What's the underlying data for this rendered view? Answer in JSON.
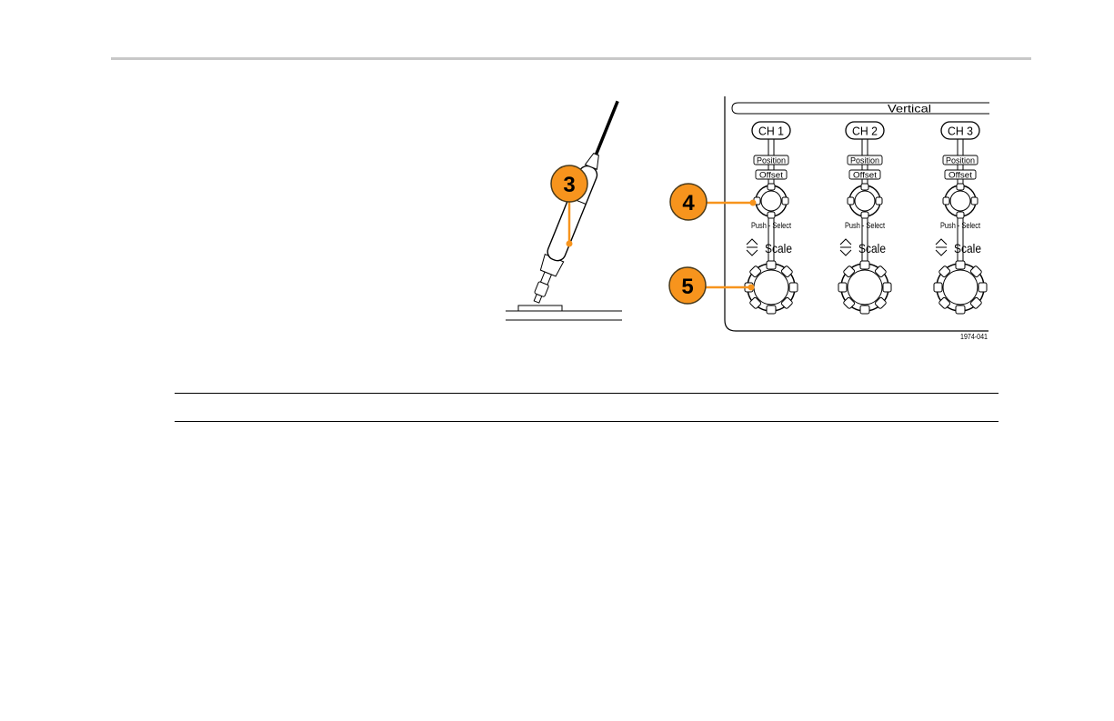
{
  "figure": {
    "panel_title": "Vertical",
    "channels": [
      {
        "label": "CH 1",
        "position_label": "Position",
        "offset_label": "Offset",
        "push_label": "Push - Select",
        "scale_label": "Scale"
      },
      {
        "label": "CH 2",
        "position_label": "Position",
        "offset_label": "Offset",
        "push_label": "Push - Select",
        "scale_label": "Scale"
      },
      {
        "label": "CH 3",
        "position_label": "Position",
        "offset_label": "Offset",
        "push_label": "Push - Select",
        "scale_label": "Scale"
      }
    ],
    "callouts": [
      {
        "number": "3",
        "target": "probe"
      },
      {
        "number": "4",
        "target": "position-knob"
      },
      {
        "number": "5",
        "target": "scale-knob"
      }
    ],
    "figure_id": "1974-041",
    "colors": {
      "callout_fill": "#f7941d",
      "callout_stroke": "#4a3a1a",
      "leader": "#f7941d",
      "rule_top": "#c8c8c8"
    }
  }
}
